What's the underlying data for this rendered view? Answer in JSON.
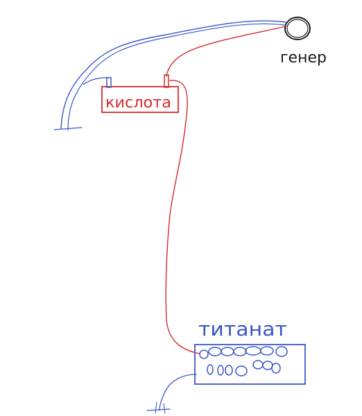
{
  "labels": {
    "generator": "генер",
    "acid": "кислота",
    "titanate": "титанат"
  },
  "colors": {
    "red_wire": "#d62a2a",
    "blue_wire": "#3a56c8",
    "generator": "#1a1a1a",
    "acid_box": "#d62a2a",
    "titanate_box": "#3a56c8",
    "background": "#ffffff"
  }
}
